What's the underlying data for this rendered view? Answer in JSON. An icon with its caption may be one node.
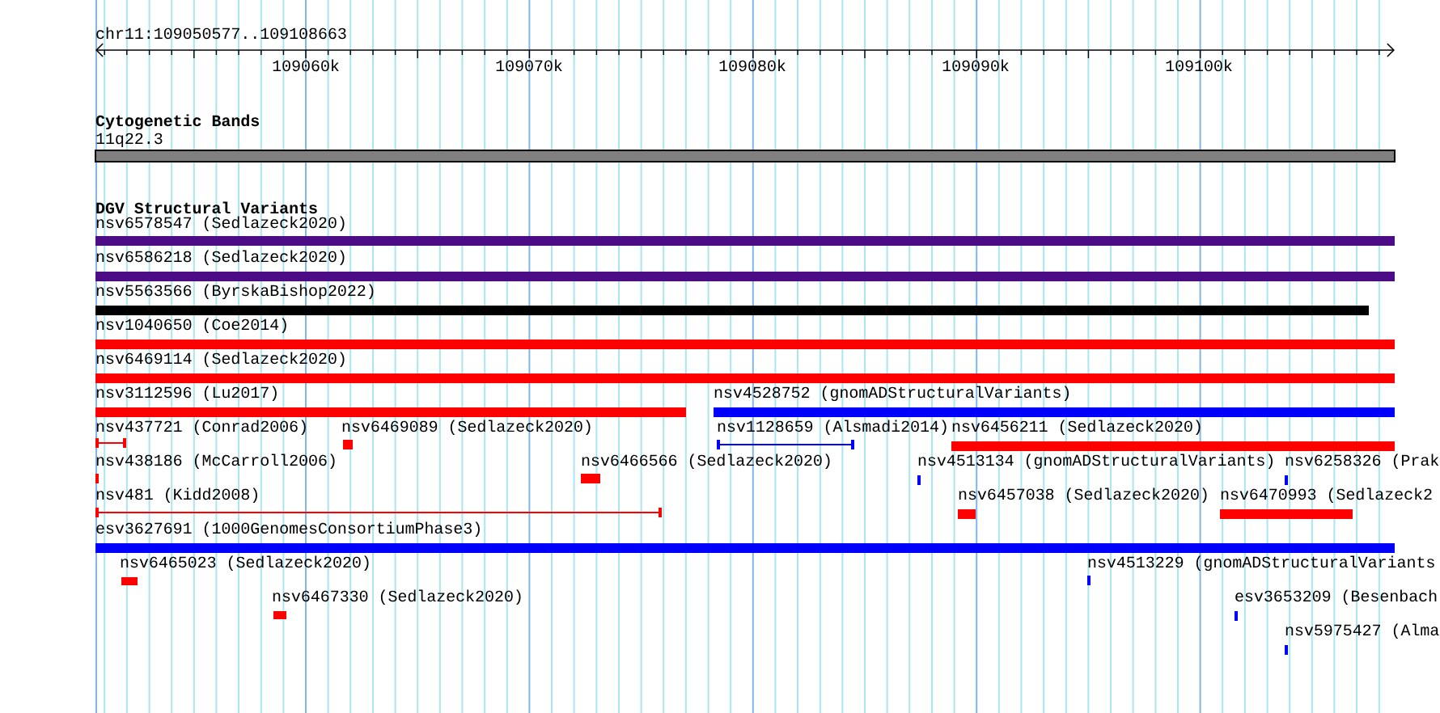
{
  "diagram": {
    "nodes": [
      {
        "text": [
          "11q22.3"
        ]
      },
      {
        "text": [
          "nsv6578547 (Sedlazeck2020)"
        ]
      },
      {
        "text": [
          "nsv6586218 (Sedlazeck2020)"
        ]
      },
      {
        "text": [
          "nsv5563566 (ByrskaBishop2022)"
        ]
      },
      {
        "text": [
          "nsv1040650 (Coe2014)"
        ]
      },
      {
        "text": [
          "nsv6469114 (Sedlazeck2020)"
        ]
      },
      {
        "text": [
          "nsv3112596 (Lu2017)"
        ]
      },
      {
        "text": [
          "nsv4528752 (gnomADStructuralVariants)"
        ]
      },
      {
        "text": [
          "nsv437721 (Conrad2006)"
        ]
      },
      {
        "text": [
          "nsv6469089 (Sedlazeck2020)"
        ]
      },
      {
        "text": [
          "nsv1128659 (Alsmadi2014)"
        ]
      },
      {
        "text": [
          "nsv6456211 (Sedlazeck2020)"
        ]
      },
      {
        "text": [
          "nsv438186 (McCarroll2006)"
        ]
      },
      {
        "text": [
          "nsv6466566 (Sedlazeck2020)"
        ]
      },
      {
        "text": [
          "nsv4513134 (gnomADStructuralVariants)"
        ]
      },
      {
        "text": [
          "nsv6258326 (Prak"
        ]
      },
      {
        "text": [
          "nsv481 (Kidd2008)"
        ]
      },
      {
        "text": [
          "nsv6457038 (Sedlazeck2020)"
        ]
      },
      {
        "text": [
          "nsv6470993 (Sedlazeck2"
        ]
      },
      {
        "text": [
          "esv3627691 (1000GenomesConsortiumPhase3)"
        ]
      },
      {
        "text": [
          "nsv6465023 (Sedlazeck2020)"
        ]
      },
      {
        "text": [
          "nsv4513229 (gnomADStructuralVariants"
        ]
      },
      {
        "text": [
          "nsv6467330 (Sedlazeck2020)"
        ]
      },
      {
        "text": [
          "esv3653209 (Besenbach"
        ]
      },
      {
        "text": [
          "nsv5975427 (Alma"
        ]
      }
    ],
    "labels": [
      "chr11:109050577..109108663",
      "109060k",
      "109070k",
      "109080k",
      "109090k",
      "109100k",
      "Cytogenetic Bands",
      "DGV Structural Variants"
    ]
  }
}
